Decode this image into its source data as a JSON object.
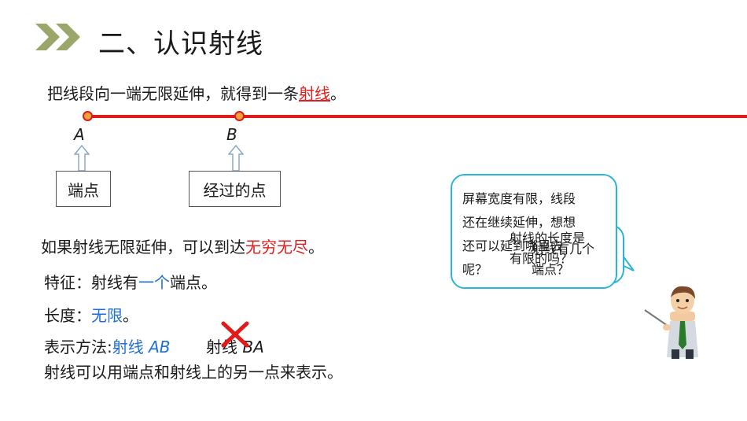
{
  "header": {
    "title": "二、认识射线",
    "accent_color": "#9aa66a"
  },
  "intro": {
    "prefix": "把线段向一端无限延伸，就得到一条",
    "keyword": "射线",
    "suffix": "。"
  },
  "diagram": {
    "point_a": "A",
    "point_b": "B",
    "label_endpoint": "端点",
    "label_passing": "经过的点"
  },
  "infinite": {
    "prefix": "如果射线无限延伸，可以到达",
    "keyword": "无穷无尽",
    "suffix": "。"
  },
  "feature": {
    "label": "特征：射线有",
    "keyword": "一个",
    "suffix": "端点。"
  },
  "length": {
    "label": "长度：",
    "keyword": "无限",
    "suffix": "。"
  },
  "notation": {
    "label": "表示方法:",
    "correct_prefix": "射线 ",
    "correct_letters": "AB",
    "wrong_prefix": "射线 ",
    "wrong_letters": "BA"
  },
  "summary": "射线可以用端点和射线上的另一点来表示。",
  "bubble_main": {
    "lines": [
      "屏幕宽度有限，线段",
      "还在继续延伸，想想",
      "还可以延到哪里去",
      "呢？"
    ]
  },
  "bubble_second": {
    "lines": [
      "射线的长度是",
      "有限的吗？"
    ]
  },
  "bubble_third": {
    "lines": [
      "射线有几个",
      "端点？"
    ]
  },
  "colors": {
    "ray": "#e21a1a",
    "highlight_red": "#e02020",
    "highlight_blue": "#1f6fd8",
    "bubble_border": "#2bb5d6"
  }
}
